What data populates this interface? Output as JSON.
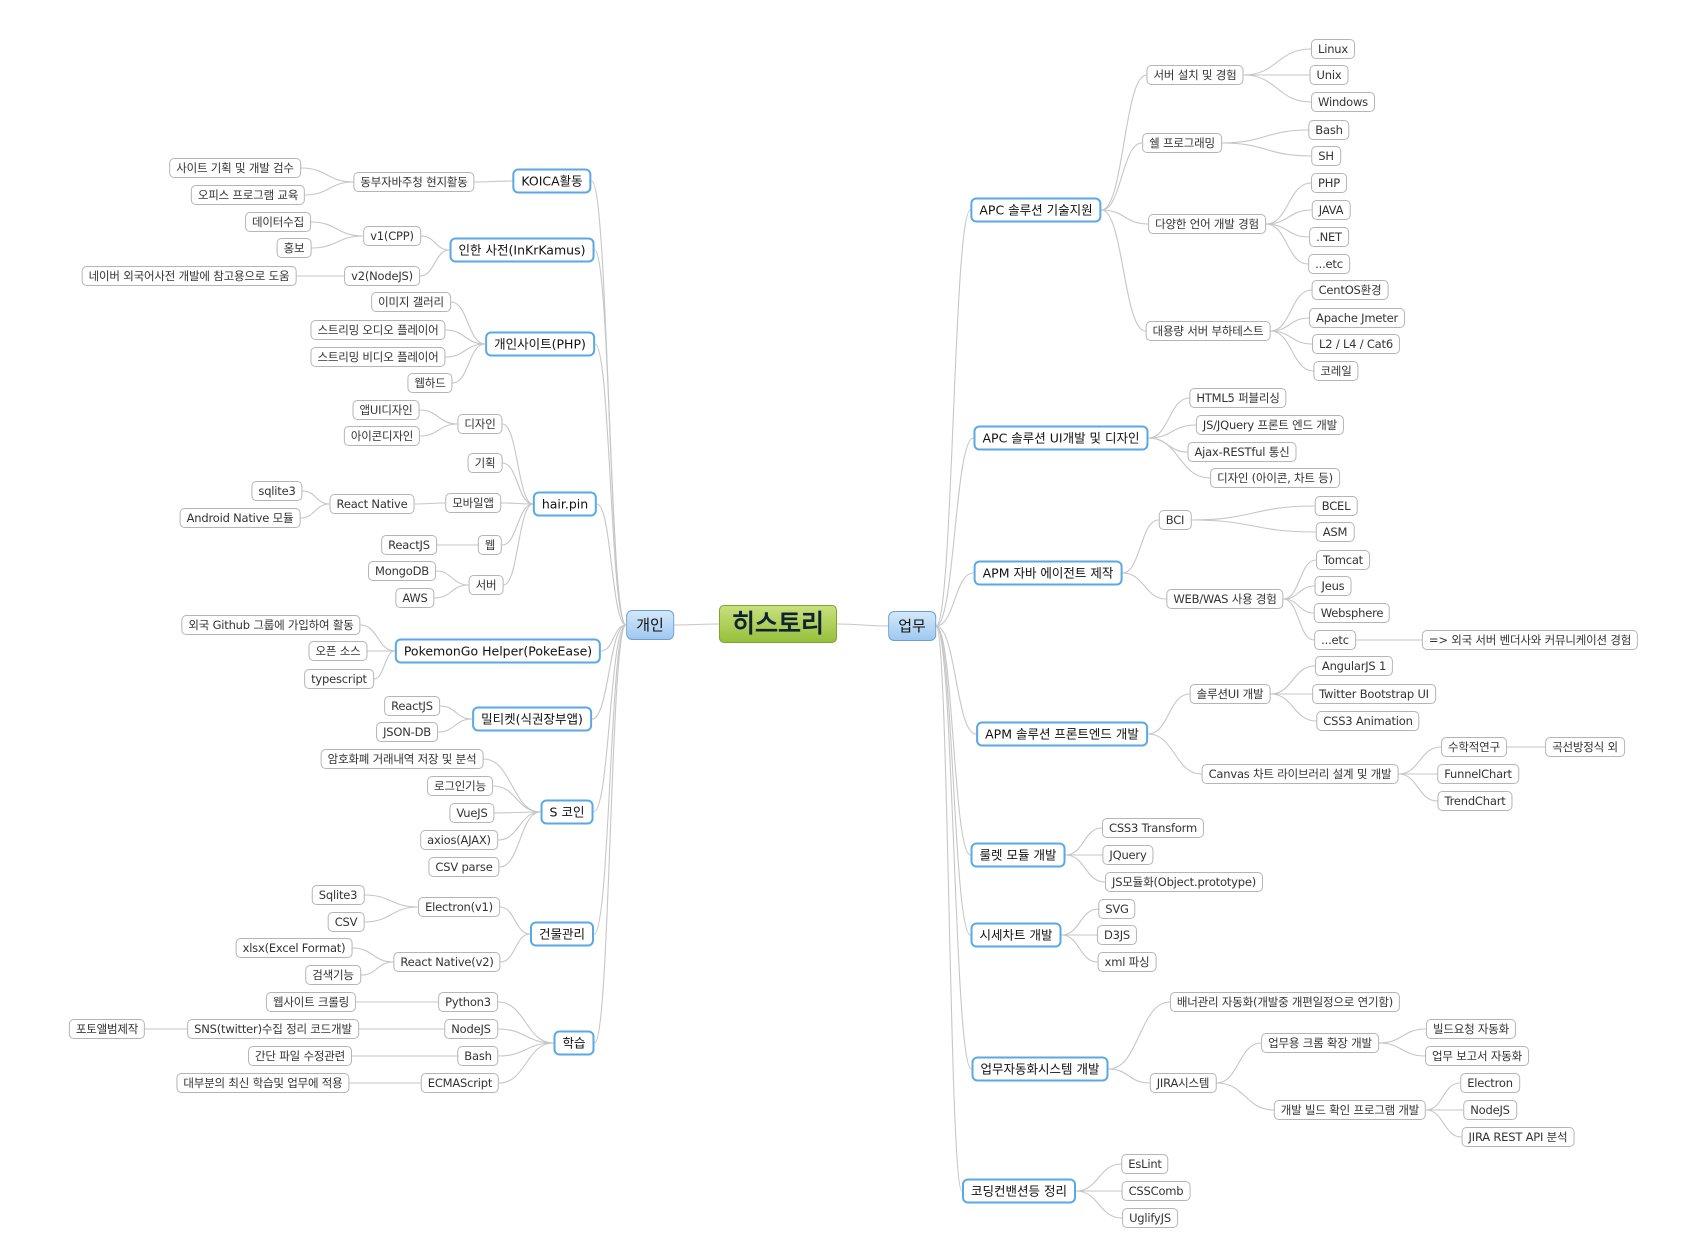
{
  "root": {
    "label": "히스토리"
  },
  "left": {
    "label": "개인",
    "branches": [
      {
        "label": "KOICA활동",
        "children": [
          {
            "label": "동부자바주청 현지활동",
            "children": [
              {
                "label": "사이트 기획 및 개발 검수"
              },
              {
                "label": "오피스 프로그램 교육"
              }
            ]
          }
        ]
      },
      {
        "label": "인한 사전(InKrKamus)",
        "children": [
          {
            "label": "v1(CPP)",
            "children": [
              {
                "label": "데이터수집"
              },
              {
                "label": "홍보"
              }
            ]
          },
          {
            "label": "v2(NodeJS)",
            "children": [
              {
                "label": "네이버 외국어사전 개발에 참고용으로 도움"
              }
            ]
          }
        ]
      },
      {
        "label": "개인사이트(PHP)",
        "children": [
          {
            "label": "이미지 갤러리"
          },
          {
            "label": "스트리밍 오디오 플레이어"
          },
          {
            "label": "스트리밍 비디오 플레이어"
          },
          {
            "label": "웹하드"
          }
        ]
      },
      {
        "label": "hair.pin",
        "children": [
          {
            "label": "디자인",
            "children": [
              {
                "label": "앱UI디자인"
              },
              {
                "label": "아이콘디자인"
              }
            ]
          },
          {
            "label": "기획"
          },
          {
            "label": "모바일앱",
            "children": [
              {
                "label": "React Native",
                "children": [
                  {
                    "label": "sqlite3"
                  },
                  {
                    "label": "Android Native 모듈"
                  }
                ]
              }
            ]
          },
          {
            "label": "웹",
            "children": [
              {
                "label": "ReactJS"
              }
            ]
          },
          {
            "label": "서버",
            "children": [
              {
                "label": "MongoDB"
              },
              {
                "label": "AWS"
              }
            ]
          }
        ]
      },
      {
        "label": "PokemonGo Helper(PokeEase)",
        "children": [
          {
            "label": "외국 Github 그룹에 가입하여 활동"
          },
          {
            "label": "오픈 소스"
          },
          {
            "label": "typescript"
          }
        ]
      },
      {
        "label": "밀티켓(식권장부앱)",
        "children": [
          {
            "label": "ReactJS"
          },
          {
            "label": "JSON-DB"
          }
        ]
      },
      {
        "label": "S 코인",
        "children": [
          {
            "label": "암호화폐 거래내역 저장 및 분석"
          },
          {
            "label": "로그인기능"
          },
          {
            "label": "VueJS"
          },
          {
            "label": "axios(AJAX)"
          },
          {
            "label": "CSV parse"
          }
        ]
      },
      {
        "label": "건물관리",
        "children": [
          {
            "label": "Electron(v1)",
            "children": [
              {
                "label": "Sqlite3"
              },
              {
                "label": "CSV"
              }
            ]
          },
          {
            "label": "React Native(v2)",
            "children": [
              {
                "label": "xlsx(Excel Format)"
              },
              {
                "label": "검색기능"
              }
            ]
          }
        ]
      },
      {
        "label": "학습",
        "children": [
          {
            "label": "Python3",
            "children": [
              {
                "label": "웹사이트 크롤링"
              }
            ]
          },
          {
            "label": "NodeJS",
            "children": [
              {
                "label": "SNS(twitter)수집 정리 코드개발",
                "children": [
                  {
                    "label": "포토앨범제작"
                  }
                ]
              }
            ]
          },
          {
            "label": "Bash",
            "children": [
              {
                "label": "간단 파일 수정관련"
              }
            ]
          },
          {
            "label": "ECMAScript",
            "children": [
              {
                "label": "대부분의 최신 학습및 업무에 적용"
              }
            ]
          }
        ]
      }
    ]
  },
  "right": {
    "label": "업무",
    "branches": [
      {
        "label": "APC 솔루션 기술지원",
        "children": [
          {
            "label": "서버 설치 및 경험",
            "children": [
              {
                "label": "Linux"
              },
              {
                "label": "Unix"
              },
              {
                "label": "Windows"
              }
            ]
          },
          {
            "label": "쉘 프로그래밍",
            "children": [
              {
                "label": "Bash"
              },
              {
                "label": "SH"
              }
            ]
          },
          {
            "label": "다양한 언어 개발 경험",
            "children": [
              {
                "label": "PHP"
              },
              {
                "label": "JAVA"
              },
              {
                "label": ".NET"
              },
              {
                "label": "...etc"
              }
            ]
          },
          {
            "label": "대용량 서버 부하테스트",
            "children": [
              {
                "label": "CentOS환경"
              },
              {
                "label": "Apache Jmeter"
              },
              {
                "label": "L2 / L4 / Cat6"
              },
              {
                "label": "코레일"
              }
            ]
          }
        ]
      },
      {
        "label": "APC 솔루션 UI개발 및 디자인",
        "children": [
          {
            "label": "HTML5 퍼블리싱"
          },
          {
            "label": "JS/JQuery 프론트 엔드 개발"
          },
          {
            "label": "Ajax-RESTful 통신"
          },
          {
            "label": "디자인 (아이콘, 차트 등)"
          }
        ]
      },
      {
        "label": "APM 자바 에이전트 제작",
        "children": [
          {
            "label": "BCI",
            "children": [
              {
                "label": "BCEL"
              },
              {
                "label": "ASM"
              }
            ]
          },
          {
            "label": "WEB/WAS 사용 경험",
            "children": [
              {
                "label": "Tomcat"
              },
              {
                "label": "Jeus"
              },
              {
                "label": "Websphere"
              },
              {
                "label": "...etc",
                "children": [
                  {
                    "label": "=>   외국 서버 벤더사와 커뮤니케이션 경험"
                  }
                ]
              }
            ]
          }
        ]
      },
      {
        "label": "APM 솔루션 프론트엔드 개발",
        "children": [
          {
            "label": "솔루션UI 개발",
            "children": [
              {
                "label": "AngularJS 1"
              },
              {
                "label": "Twitter Bootstrap UI"
              },
              {
                "label": "CSS3 Animation"
              }
            ]
          },
          {
            "label": "Canvas 차트 라이브러리 설계 및 개발",
            "children": [
              {
                "label": "수학적연구",
                "children": [
                  {
                    "label": "곡선방정식 외"
                  }
                ]
              },
              {
                "label": "FunnelChart"
              },
              {
                "label": "TrendChart"
              }
            ]
          }
        ]
      },
      {
        "label": "룰렛 모듈 개발",
        "children": [
          {
            "label": "CSS3 Transform"
          },
          {
            "label": "JQuery"
          },
          {
            "label": "JS모듈화(Object.prototype)"
          }
        ]
      },
      {
        "label": "시세차트 개발",
        "children": [
          {
            "label": "SVG"
          },
          {
            "label": "D3JS"
          },
          {
            "label": "xml 파싱"
          }
        ]
      },
      {
        "label": "업무자동화시스템 개발",
        "children": [
          {
            "label": "배너관리 자동화(개발중 개편일정으로 연기함)"
          },
          {
            "label": "JIRA시스템",
            "children": [
              {
                "label": "업무용 크롬 확장 개발",
                "children": [
                  {
                    "label": "빌드요청 자동화"
                  },
                  {
                    "label": "업무 보고서 자동화"
                  }
                ]
              },
              {
                "label": "개발 빌드 확인 프로그램 개발",
                "children": [
                  {
                    "label": "Electron"
                  },
                  {
                    "label": "NodeJS"
                  },
                  {
                    "label": "JIRA REST API 분석"
                  }
                ]
              }
            ]
          }
        ]
      },
      {
        "label": "코딩컨밴션등 정리",
        "children": [
          {
            "label": "EsLint"
          },
          {
            "label": "CSSComb"
          },
          {
            "label": "UglifyJS"
          }
        ]
      }
    ]
  },
  "colors": {
    "edge": "#c6c6c6",
    "branch_border": "#5aa8e6",
    "root_fill": "#a9cd4b",
    "main_fill": "#b8d8f6"
  }
}
